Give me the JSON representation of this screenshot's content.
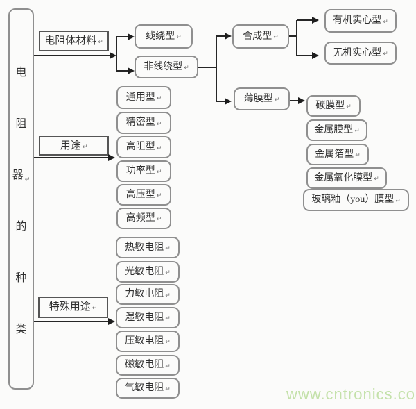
{
  "eol_mark": "↵",
  "tree": {
    "root": "电阻器的种类",
    "root_chars": [
      "电",
      "阻",
      "器",
      "的",
      "种",
      "类"
    ],
    "branches": [
      {
        "id": "material",
        "label": "电阻体材料",
        "children": [
          {
            "id": "wire_wound",
            "label": "线绕型"
          },
          {
            "id": "non_wire_wound",
            "label": "非线绕型",
            "children": [
              {
                "id": "composite",
                "label": "合成型",
                "children": [
                  {
                    "id": "organic_solid",
                    "label": "有机实心型"
                  },
                  {
                    "id": "inorganic_solid",
                    "label": "无机实心型"
                  }
                ]
              },
              {
                "id": "thin_film",
                "label": "薄膜型",
                "children": [
                  {
                    "id": "carbon_film",
                    "label": "碳膜型"
                  },
                  {
                    "id": "metal_film",
                    "label": "金属膜型"
                  },
                  {
                    "id": "metal_foil",
                    "label": "金属箔型"
                  },
                  {
                    "id": "metal_oxide_film",
                    "label": "金属氧化膜型"
                  },
                  {
                    "id": "glass_glaze_film",
                    "label": "玻璃釉（you）膜型"
                  }
                ]
              }
            ]
          }
        ]
      },
      {
        "id": "usage",
        "label": "用途",
        "children": [
          {
            "id": "general",
            "label": "通用型"
          },
          {
            "id": "precision",
            "label": "精密型"
          },
          {
            "id": "high_resistance",
            "label": "高阻型"
          },
          {
            "id": "power",
            "label": "功率型"
          },
          {
            "id": "high_voltage",
            "label": "高压型"
          },
          {
            "id": "high_frequency",
            "label": "高频型"
          }
        ]
      },
      {
        "id": "special_usage",
        "label": "特殊用途",
        "children": [
          {
            "id": "thermistor",
            "label": "热敏电阻"
          },
          {
            "id": "photoresistor",
            "label": "光敏电阻"
          },
          {
            "id": "force_sensitive",
            "label": "力敏电阻"
          },
          {
            "id": "humidity_sensitive",
            "label": "湿敏电阻"
          },
          {
            "id": "voltage_sensitive",
            "label": "压敏电阻"
          },
          {
            "id": "magnetic_sensitive",
            "label": "磁敏电阻"
          },
          {
            "id": "gas_sensitive",
            "label": "气敏电阻"
          }
        ]
      }
    ]
  },
  "watermark": {
    "text": "www.cntronics.com",
    "color": "#c4e1aa"
  }
}
